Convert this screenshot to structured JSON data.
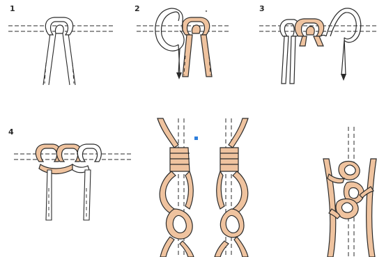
{
  "steps": [
    {
      "label": "1"
    },
    {
      "label": "2"
    },
    {
      "label": "3"
    },
    {
      "label": "4"
    }
  ],
  "colors": {
    "cord_tan": "#efc39f",
    "cord_white": "#ffffff",
    "outline": "#2a2a2a",
    "accent_dot": "#2f7fdc",
    "background": "#ffffff"
  },
  "icons": [
    "arrow-down-icon",
    "arrow-down-icon"
  ]
}
